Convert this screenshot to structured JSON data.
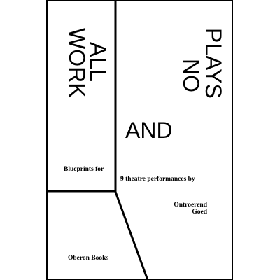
{
  "cover": {
    "title_all": "ALL",
    "title_work": "WORK",
    "title_and": "AND",
    "title_no": "NO",
    "title_plays": "PLAYS",
    "subtitle_left": "Blueprints for",
    "subtitle_right": "9 theatre performances by",
    "author_line1": "Ontroerend",
    "author_line2": "Goed",
    "publisher": "Oberon Books"
  },
  "colors": {
    "ink": "#000000",
    "paper": "#ffffff"
  }
}
